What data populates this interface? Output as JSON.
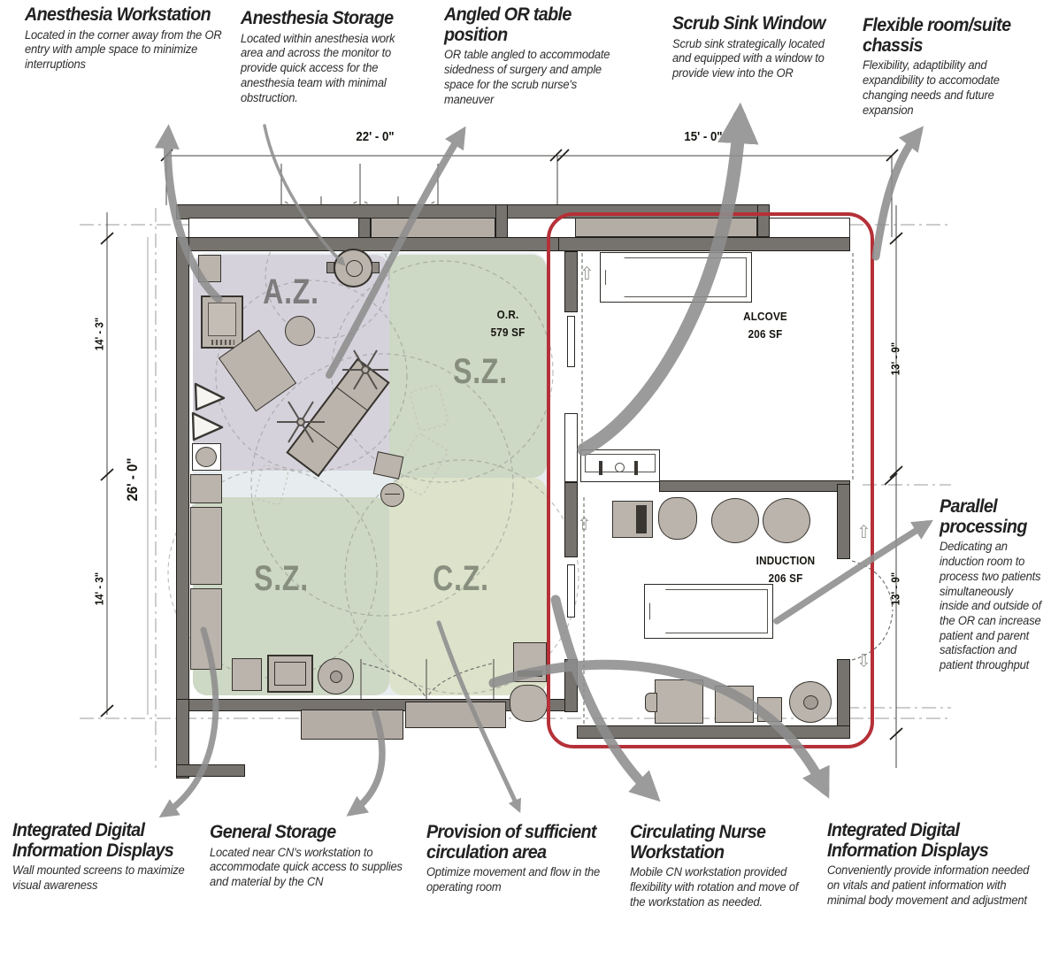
{
  "annotations": [
    {
      "title": "Anesthesia Workstation",
      "desc": "Located in the corner away from the OR entry with ample space to minimize interruptions"
    },
    {
      "title": "Anesthesia Storage",
      "desc": "Located within anesthesia work area and across the monitor to provide quick access for the anesthesia team with minimal obstruction."
    },
    {
      "title": "Angled OR table position",
      "desc": "OR table angled to accommodate sidedness of surgery and ample space for the scrub nurse's maneuver"
    },
    {
      "title": "Scrub Sink Window",
      "desc": "Scrub sink strategically located and equipped with a window to provide view into the OR"
    },
    {
      "title": "Flexible room/suite chassis",
      "desc": "Flexibility, adaptibility and expandibility to accomodate changing needs and future expansion"
    },
    {
      "title": "Parallel processing",
      "desc": "Dedicating an induction room to process two patients simultaneously inside and outside of the OR can increase patient and parent satisfaction and patient throughput"
    },
    {
      "title": "Integrated Digital Information Displays",
      "desc": "Wall mounted screens to maximize visual awareness"
    },
    {
      "title": "General Storage",
      "desc": "Located near CN's workstation to accommodate quick access to supplies and material by the CN"
    },
    {
      "title": "Provision of sufficient circulation area",
      "desc": "Optimize movement and flow in the operating room"
    },
    {
      "title": "Circulating Nurse Workstation",
      "desc": "Mobile CN workstation provided flexibility with rotation and move of the workstation as needed."
    },
    {
      "title": "Integrated Digital Information Displays",
      "desc": "Conveniently provide information needed on vitals and patient information with minimal body movement and adjustment"
    }
  ],
  "plan": {
    "dim_top_left": "22' - 0\"",
    "dim_top_right": "15' - 0\"",
    "dim_left_upper": "14' - 3\"",
    "dim_left_main": "26' - 0\"",
    "dim_left_lower": "14' - 3\"",
    "dim_right_upper": "13' - 9\"",
    "dim_right_lower": "13' - 9\"",
    "zone_az": "A.Z.",
    "zone_sz_right": "S.Z.",
    "zone_sz_left": "S.Z.",
    "zone_cz": "C.Z.",
    "room_or_name": "O.R.",
    "room_or_area": "579 SF",
    "room_alcove_name": "ALCOVE",
    "room_alcove_area": "206 SF",
    "room_induction_name": "INDUCTION",
    "room_induction_area": "206 SF"
  },
  "icons": {
    "flow_arrow": "⇧"
  },
  "colors": {
    "highlight_red": "#b53038",
    "arrow_gray": "#8e8e8e",
    "wall_gray": "#76736e",
    "zone_anesthesia": "#d6d2dc",
    "zone_sterile": "#cdd8c5",
    "zone_circulation": "#dde2cb",
    "zone_underlay": "#e7edef"
  }
}
